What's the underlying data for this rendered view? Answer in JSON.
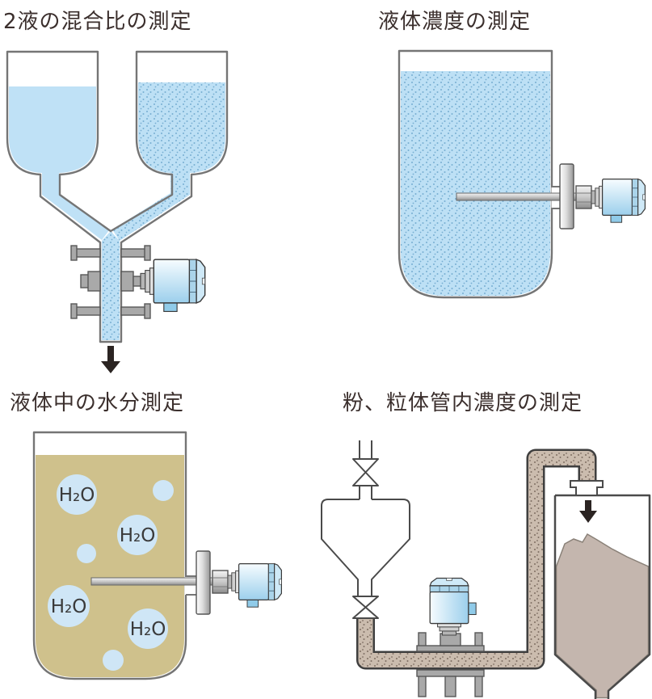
{
  "page": {
    "background": "#ffffff"
  },
  "panels": [
    {
      "id": "two-liquid-mixing",
      "title": "2液の混合比の測定"
    },
    {
      "id": "liquid-concentration",
      "title": "液体濃度の測定"
    },
    {
      "id": "moisture-in-liquid",
      "title": "液体中の水分測定",
      "bubble_label": "H₂O"
    },
    {
      "id": "powder-pipe-concentration",
      "title": "粉、粒体管内濃度の測定"
    }
  ],
  "colors": {
    "title_text": "#3b2f2d",
    "liquid_plain": "#bfe1f6",
    "liquid_speckle_base": "#bde0f5",
    "liquid_speckle_dot": "#77aed2",
    "bubble": "#cfe6f6",
    "tan_liquid": "#cfc18c",
    "pipe_speckle_base": "#cbbcae",
    "pipe_speckle_dot": "#7e6e62",
    "powder": "#c4b6ae",
    "arrow": "#2b2422",
    "metal_gray": "#a9a9a9",
    "outline_gray": "#757575",
    "outline_dark": "#4a4a4a",
    "sensor_blue": "#9ccfec"
  }
}
